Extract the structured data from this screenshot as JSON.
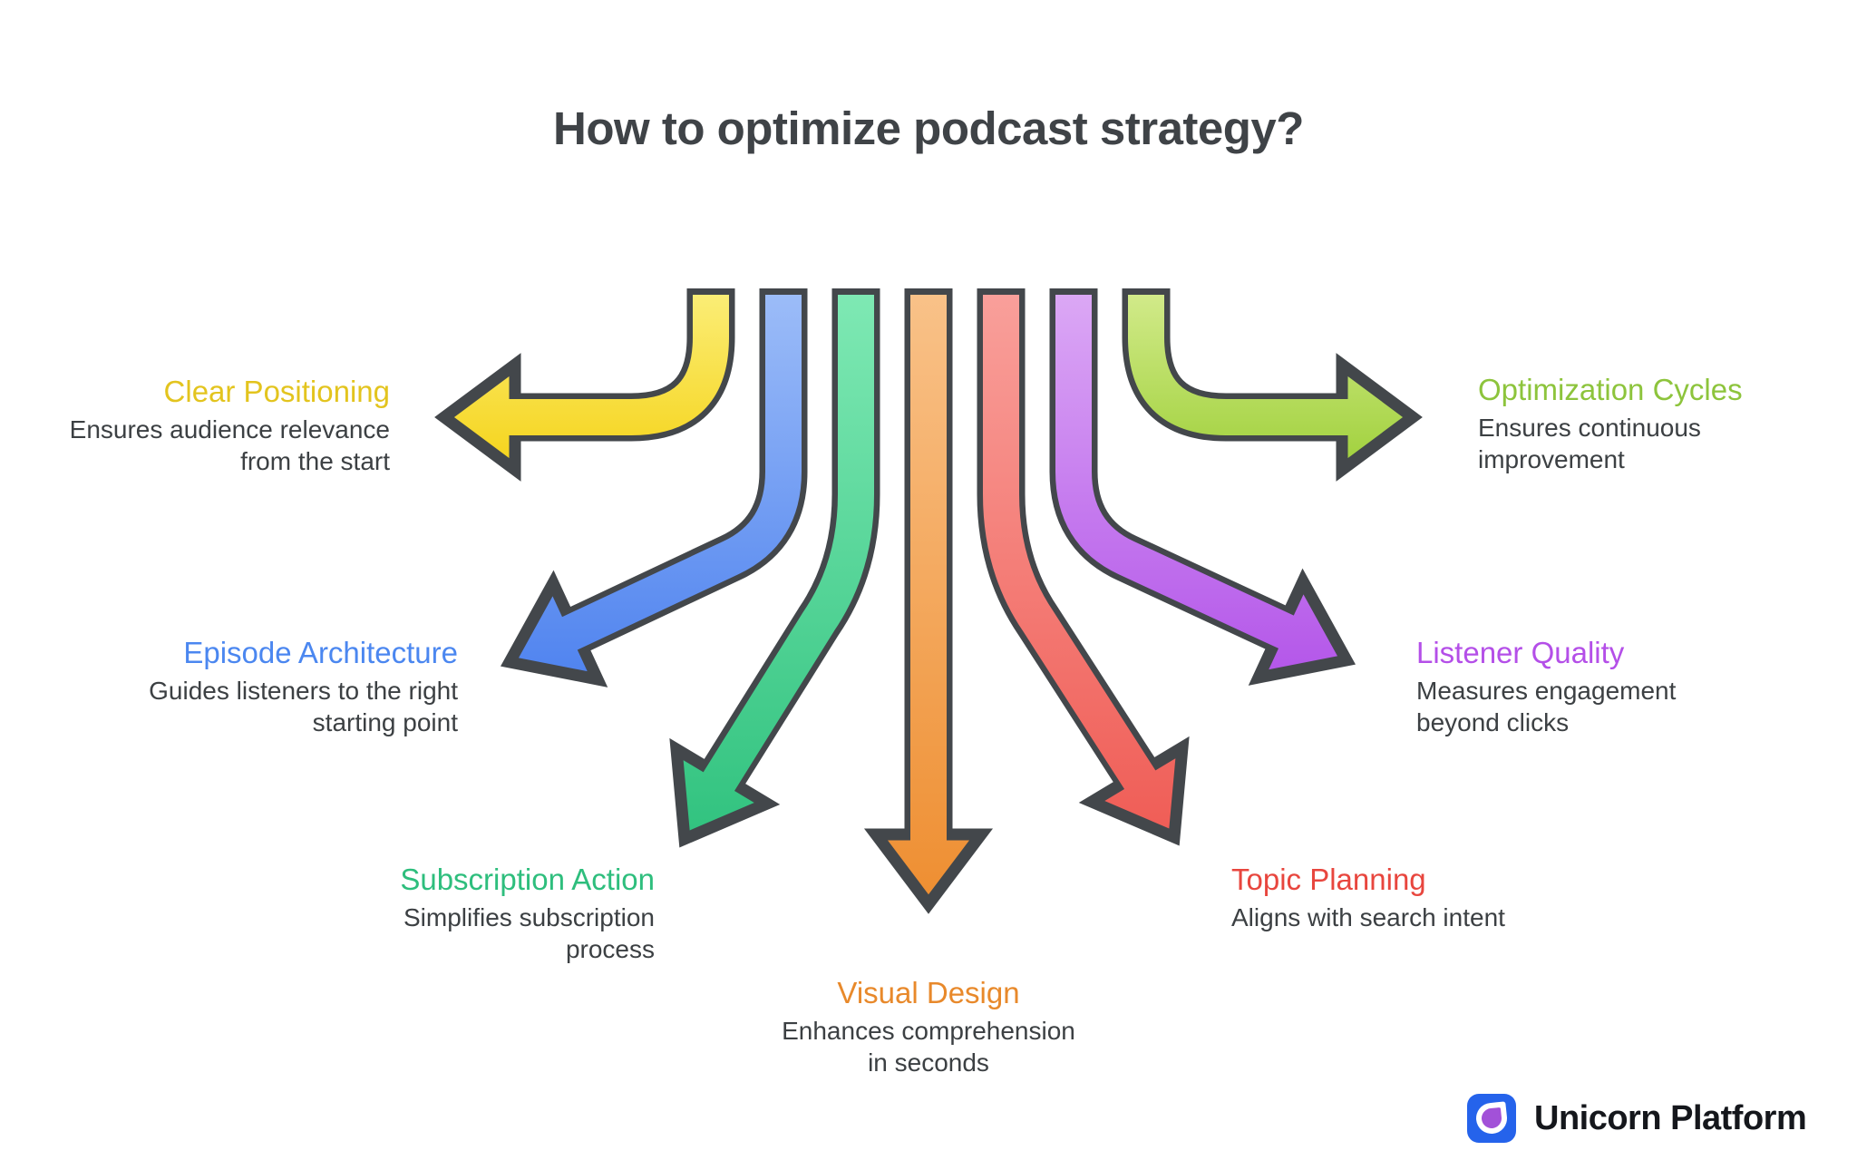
{
  "page": {
    "title": "How to optimize podcast strategy?",
    "title_color": "#3F4347",
    "background": "#FFFFFF",
    "outline_color": "#43474B"
  },
  "items": [
    {
      "key": "clear-positioning",
      "title": "Clear Positioning",
      "description": "Ensures audience relevance\nfrom the start",
      "title_color": "#E3C41E",
      "arrow_color_light": "#FBEE79",
      "arrow_color_dark": "#F5D318",
      "arrow_direction": "left"
    },
    {
      "key": "episode-architecture",
      "title": "Episode Architecture",
      "description": "Guides listeners to the right\nstarting point",
      "title_color": "#4B87F0",
      "arrow_color_light": "#9DBDF8",
      "arrow_color_dark": "#4F83EF",
      "arrow_direction": "down-left"
    },
    {
      "key": "subscription-action",
      "title": "Subscription Action",
      "description": "Simplifies subscription\nprocess",
      "title_color": "#2EBE7D",
      "arrow_color_light": "#7FE9B4",
      "arrow_color_dark": "#2EC17D",
      "arrow_direction": "down-left-steep"
    },
    {
      "key": "visual-design",
      "title": "Visual Design",
      "description": "Enhances comprehension\nin seconds",
      "title_color": "#E8892B",
      "arrow_color_light": "#F9C289",
      "arrow_color_dark": "#EE8D2F",
      "arrow_direction": "down"
    },
    {
      "key": "topic-planning",
      "title": "Topic Planning",
      "description": "Aligns with search intent",
      "title_color": "#E8463E",
      "arrow_color_light": "#F9A09B",
      "arrow_color_dark": "#EF5A53",
      "arrow_direction": "down-right-steep"
    },
    {
      "key": "listener-quality",
      "title": "Listener Quality",
      "description": "Measures engagement\nbeyond clicks",
      "title_color": "#B44FE8",
      "arrow_color_light": "#DCA9F5",
      "arrow_color_dark": "#B355E9",
      "arrow_direction": "down-right"
    },
    {
      "key": "optimization-cycles",
      "title": "Optimization Cycles",
      "description": "Ensures continuous\nimprovement",
      "title_color": "#8DC43C",
      "arrow_color_light": "#D3EB8C",
      "arrow_color_dark": "#9FD03A",
      "arrow_direction": "right"
    }
  ],
  "brand": {
    "name": "Unicorn Platform",
    "icon": "unicorn-petal-icon",
    "icon_bg": "#2563EB",
    "icon_petal": "#A251D8"
  }
}
